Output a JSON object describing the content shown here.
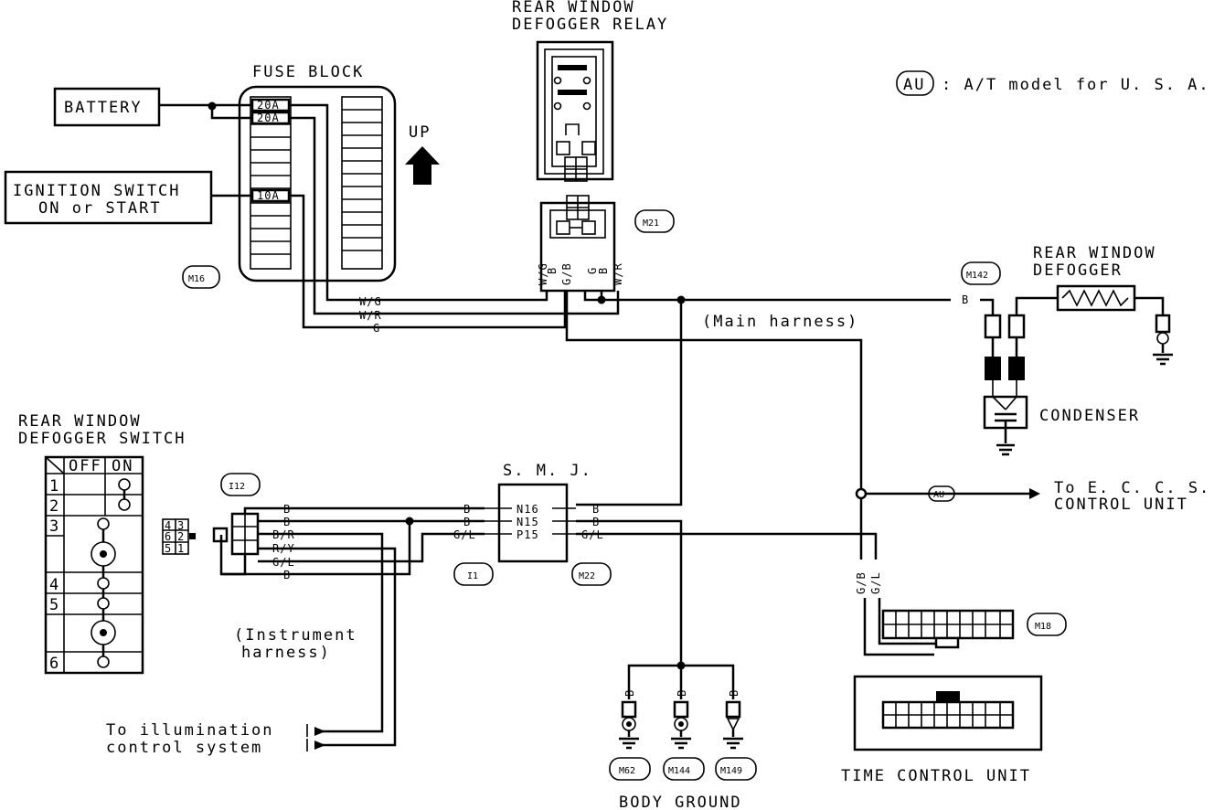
{
  "labels": {
    "relay_title_1": "REAR WINDOW",
    "relay_title_2": "DEFOGGER RELAY",
    "legend_badge": "AU",
    "legend_text": ": A/T model for U. S. A.",
    "fuse_block": "FUSE BLOCK",
    "battery": "BATTERY",
    "ignition_1": "IGNITION SWITCH",
    "ignition_2": "ON or START",
    "up": "UP",
    "defogger_1": "REAR WINDOW",
    "defogger_2": "DEFOGGER",
    "main_harness": "(Main harness)",
    "condenser": "CONDENSER",
    "switch_1": "REAR WINDOW",
    "switch_2": "DEFOGGER SWITCH",
    "smj": "S. M. J.",
    "to_eccs_1": "To E. C. C. S.",
    "to_eccs_2": "CONTROL UNIT",
    "instrument_1": "(Instrument",
    "instrument_2": "harness)",
    "illum_1": "To illumination",
    "illum_2": "control system",
    "time_control": "TIME CONTROL UNIT",
    "body_ground": "BODY GROUND"
  },
  "fuses": {
    "f1": "20A",
    "f2": "20A",
    "f3": "10A"
  },
  "connectors": {
    "m16": "M16",
    "m21": "M21",
    "m142": "M142",
    "i12": "I12",
    "i1": "I1",
    "m22": "M22",
    "m18": "M18",
    "m62": "M62",
    "m144": "M144",
    "m149": "M149",
    "au": "AU"
  },
  "smj_pins": {
    "n16": "N16",
    "n15": "N15",
    "p15": "P15"
  },
  "wire_colors": {
    "wg": "W/G",
    "wr": "W/R",
    "g": "G",
    "b": "B",
    "gb": "G/B",
    "gl": "G/L",
    "br": "B/R",
    "ry": "R/Y"
  },
  "switch_table": {
    "headers": [
      "OFF",
      "ON"
    ],
    "rows": [
      "1",
      "2",
      "3",
      "4",
      "5",
      "6"
    ]
  },
  "switch_pins": {
    "p4": "4",
    "p3": "3",
    "p6": "6",
    "p2": "2",
    "p5": "5",
    "p1": "1"
  }
}
